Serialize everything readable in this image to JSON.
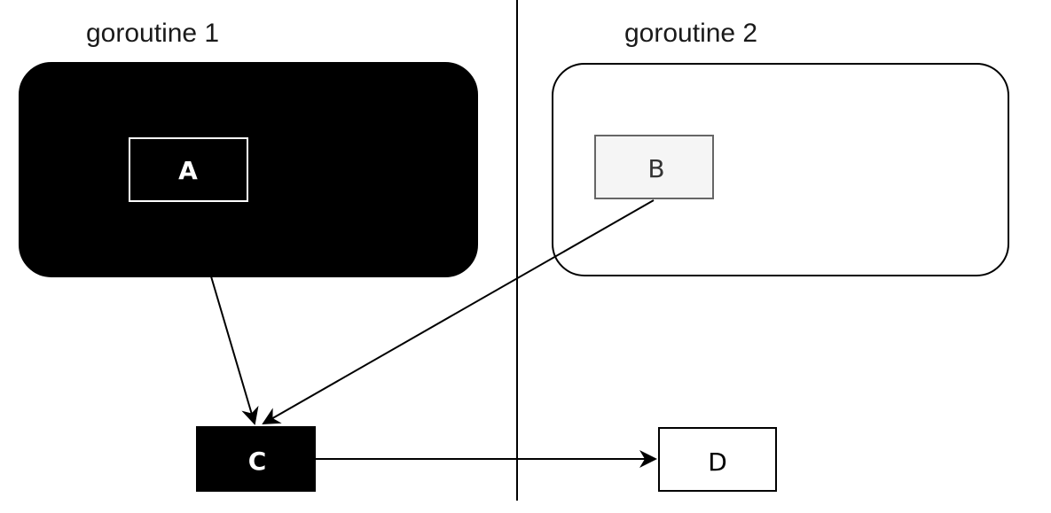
{
  "lanes": {
    "left_label": "goroutine 1",
    "right_label": "goroutine 2"
  },
  "nodes": {
    "a": "A",
    "b": "B",
    "c": "C",
    "d": "D"
  },
  "colors": {
    "dark_fill": "#000000",
    "light_fill": "#ffffff",
    "node_b_fill": "#f5f5f5",
    "node_b_stroke": "#666666",
    "line": "#000000"
  }
}
